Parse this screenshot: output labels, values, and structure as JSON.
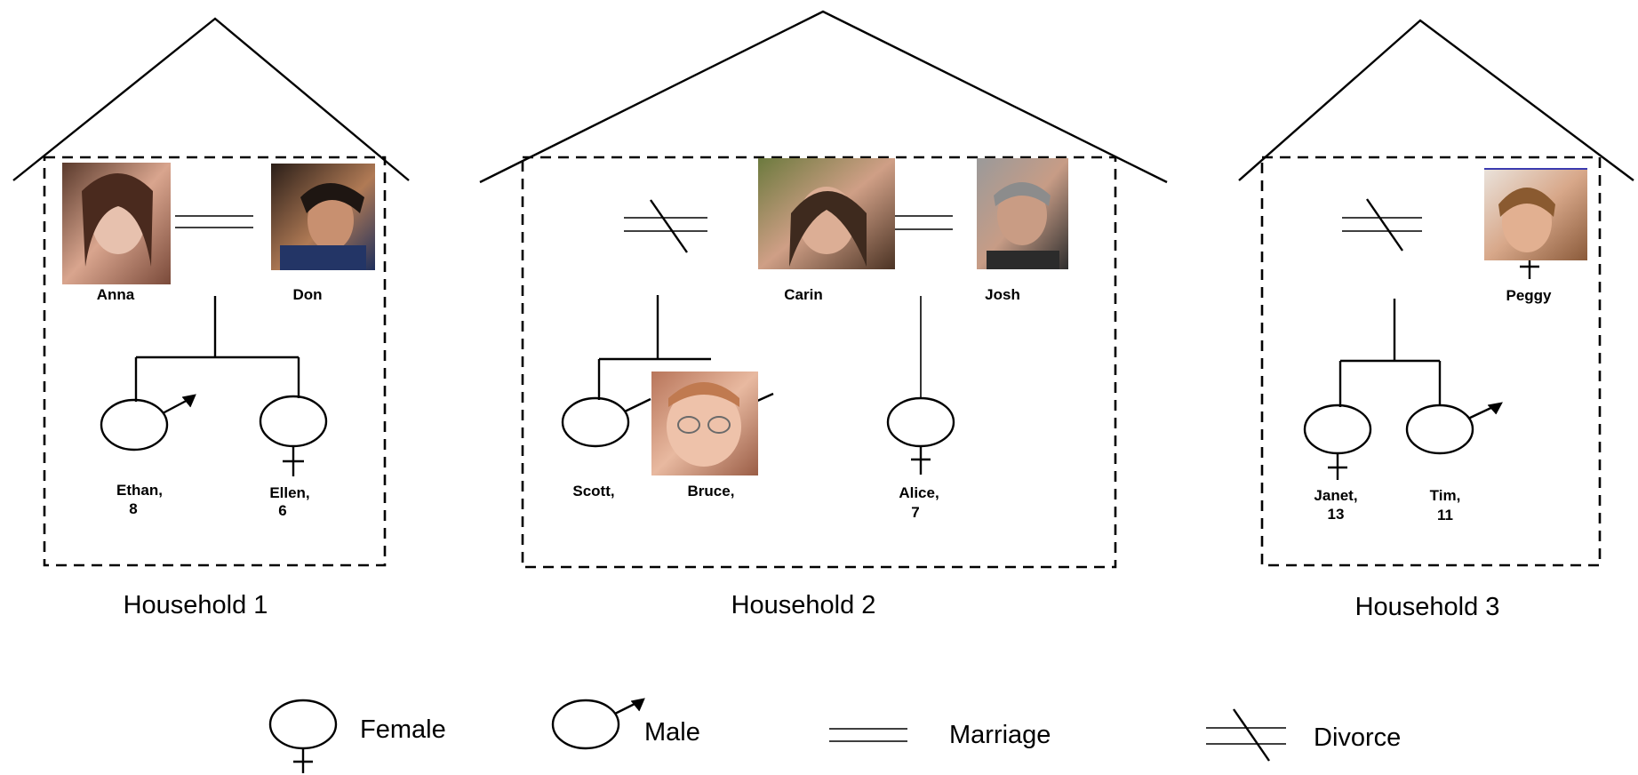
{
  "households": [
    {
      "label": "Household 1"
    },
    {
      "label": "Household 2"
    },
    {
      "label": "Household 3"
    }
  ],
  "people": {
    "anna": "Anna",
    "don": "Don",
    "ethan_name": "Ethan,",
    "ethan_age": "8",
    "ellen_name": "Ellen,",
    "ellen_age": "6",
    "carin": "Carin",
    "josh": "Josh",
    "scott": "Scott,",
    "bruce": "Bruce,",
    "alice_name": "Alice,",
    "alice_age": "7",
    "peggy": "Peggy",
    "janet_name": "Janet,",
    "janet_age": "13",
    "tim_name": "Tim,",
    "tim_age": "11"
  },
  "legend": {
    "female": "Female",
    "male": "Male",
    "marriage": "Marriage",
    "divorce": "Divorce"
  },
  "colors": {
    "line": "#000000",
    "background": "#ffffff"
  }
}
